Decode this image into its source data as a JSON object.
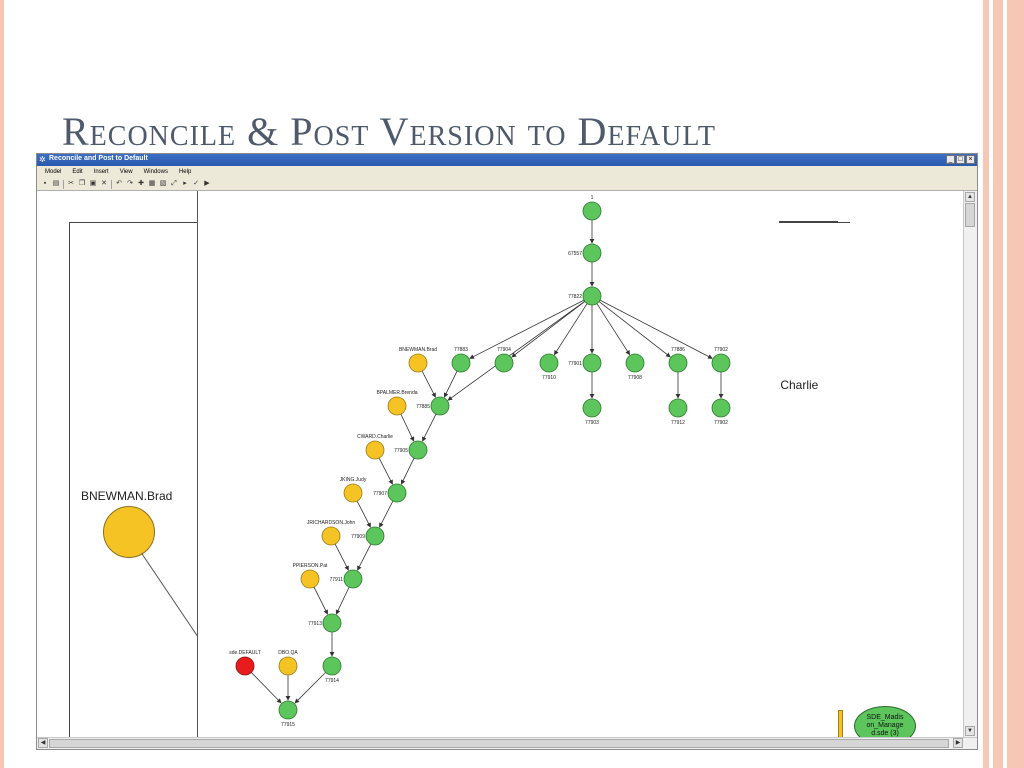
{
  "slide": {
    "title": "Reconcile & Post Version to Default",
    "stripe_colors": [
      "#f6c7b4",
      "#ffffff",
      "#f6c7b4",
      "#ffffff",
      "#f6c7b4"
    ]
  },
  "window": {
    "title": "Reconcile and Post to Default",
    "controls": [
      "_",
      "□",
      "×"
    ]
  },
  "menu": [
    "Model",
    "Edit",
    "Insert",
    "View",
    "Windows",
    "Help"
  ],
  "toolbar": {
    "icons": [
      "save-icon",
      "print-icon",
      "cut-icon",
      "copy-icon",
      "paste-icon",
      "delete-icon",
      "undo-icon",
      "redo-icon",
      "add-icon",
      "grid-icon",
      "layout-icon",
      "zoom-icon",
      "pointer-icon",
      "check-icon",
      "run-icon"
    ]
  },
  "underlay": {
    "brad_label": "BNEWMAN.Brad",
    "charlie_label": ".Charlie",
    "ellipse_label": "SDE_Madis on_Manage d.sde (3)"
  },
  "colors": {
    "green": "#5cc55c",
    "green_stroke": "#2a7a2a",
    "yellow": "#f6c324",
    "yellow_stroke": "#9a7a18",
    "red": "#e81c1c",
    "red_stroke": "#8a1010",
    "title": "#4e5a6c"
  },
  "graph": {
    "nodes": [
      {
        "id": "r0",
        "label": "1",
        "color": "green"
      },
      {
        "id": "r1",
        "label": "67557",
        "color": "green"
      },
      {
        "id": "r2",
        "label": "77822",
        "color": "green"
      },
      {
        "id": "y1",
        "label": "BNEWMAN.Brad",
        "color": "yellow"
      },
      {
        "id": "c1",
        "label": "77883",
        "color": "green"
      },
      {
        "id": "c2",
        "label": "77904",
        "color": "green"
      },
      {
        "id": "c3",
        "label": "77910",
        "color": "green"
      },
      {
        "id": "c4",
        "label": "77901",
        "color": "green"
      },
      {
        "id": "c5",
        "label": "77908",
        "color": "green"
      },
      {
        "id": "c6",
        "label": "77886",
        "color": "green"
      },
      {
        "id": "c7",
        "label": "77902",
        "color": "green"
      },
      {
        "id": "c4b",
        "label": "77903",
        "color": "green"
      },
      {
        "id": "c6b",
        "label": "77912",
        "color": "green"
      },
      {
        "id": "c7b",
        "label": "77902",
        "color": "green"
      },
      {
        "id": "y2",
        "label": "BPALMER.Brenda",
        "color": "yellow"
      },
      {
        "id": "g2",
        "label": "77885",
        "color": "green"
      },
      {
        "id": "y3",
        "label": "CWARD.Charlie",
        "color": "yellow"
      },
      {
        "id": "g3",
        "label": "77905",
        "color": "green"
      },
      {
        "id": "y4",
        "label": "JKING.Judy",
        "color": "yellow"
      },
      {
        "id": "g4",
        "label": "77907",
        "color": "green"
      },
      {
        "id": "y5",
        "label": "JRICHARDSON.John",
        "color": "yellow"
      },
      {
        "id": "g5",
        "label": "77909",
        "color": "green"
      },
      {
        "id": "y6",
        "label": "PPIERSON.Pat",
        "color": "yellow"
      },
      {
        "id": "g6",
        "label": "77911",
        "color": "green"
      },
      {
        "id": "g7",
        "label": "77913",
        "color": "green"
      },
      {
        "id": "rd",
        "label": "sde.DEFAULT",
        "color": "red"
      },
      {
        "id": "yq",
        "label": "DBO.QA",
        "color": "yellow"
      },
      {
        "id": "g8",
        "label": "77914",
        "color": "green"
      },
      {
        "id": "g9",
        "label": "77915",
        "color": "green"
      }
    ],
    "edges": [
      [
        "r0",
        "r1"
      ],
      [
        "r1",
        "r2"
      ],
      [
        "r2",
        "c1"
      ],
      [
        "r2",
        "c2"
      ],
      [
        "r2",
        "c3"
      ],
      [
        "r2",
        "c4"
      ],
      [
        "r2",
        "c5"
      ],
      [
        "r2",
        "c6"
      ],
      [
        "r2",
        "c7"
      ],
      [
        "r2",
        "g2"
      ],
      [
        "c4",
        "c4b"
      ],
      [
        "c6",
        "c6b"
      ],
      [
        "c7",
        "c7b"
      ],
      [
        "y1",
        "g2"
      ],
      [
        "c1",
        "g2"
      ],
      [
        "y2",
        "g3"
      ],
      [
        "g2",
        "g3"
      ],
      [
        "y3",
        "g4"
      ],
      [
        "g3",
        "g4"
      ],
      [
        "y4",
        "g5"
      ],
      [
        "g4",
        "g5"
      ],
      [
        "y5",
        "g6"
      ],
      [
        "g5",
        "g6"
      ],
      [
        "y6",
        "g7"
      ],
      [
        "g6",
        "g7"
      ],
      [
        "g7",
        "g8"
      ],
      [
        "rd",
        "g9"
      ],
      [
        "yq",
        "g9"
      ],
      [
        "g8",
        "g9"
      ]
    ]
  }
}
